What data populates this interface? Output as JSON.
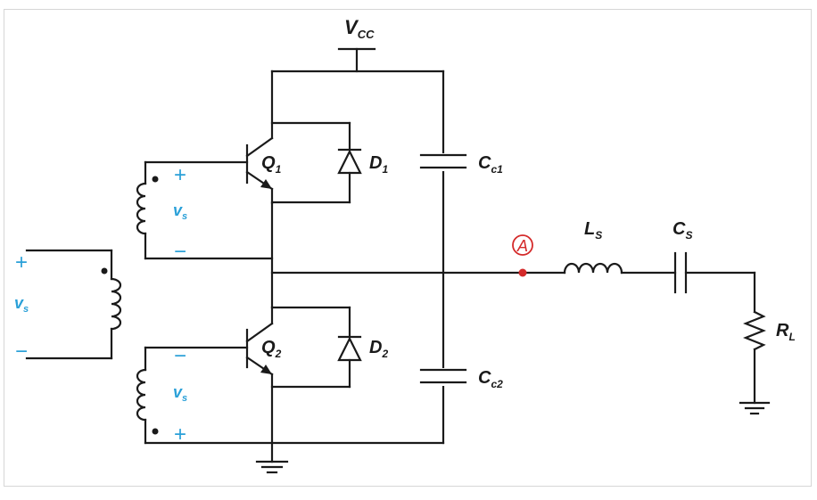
{
  "labels": {
    "vcc_main": "V",
    "vcc_sub": "CC",
    "q1_main": "Q",
    "q1_sub": "1",
    "q2_main": "Q",
    "q2_sub": "2",
    "d1_main": "D",
    "d1_sub": "1",
    "d2_main": "D",
    "d2_sub": "2",
    "cc1_main": "C",
    "cc1_sub": "c1",
    "cc2_main": "C",
    "cc2_sub": "c2",
    "ls_main": "L",
    "ls_sub": "S",
    "cs_main": "C",
    "cs_sub": "S",
    "rl_main": "R",
    "rl_sub": "L",
    "node_a": "A"
  },
  "sources": {
    "primary_main": "v",
    "primary_sub": "s",
    "primary_plus": "+",
    "primary_minus": "−",
    "upper_main": "v",
    "upper_sub": "s",
    "upper_plus": "+",
    "upper_minus": "−",
    "lower_main": "v",
    "lower_sub": "s",
    "lower_plus": "+",
    "lower_minus": "−"
  },
  "colors": {
    "wire": "#1a1a1a",
    "source_labels": "#2aa0d8",
    "node_marker": "#d42a2a"
  }
}
